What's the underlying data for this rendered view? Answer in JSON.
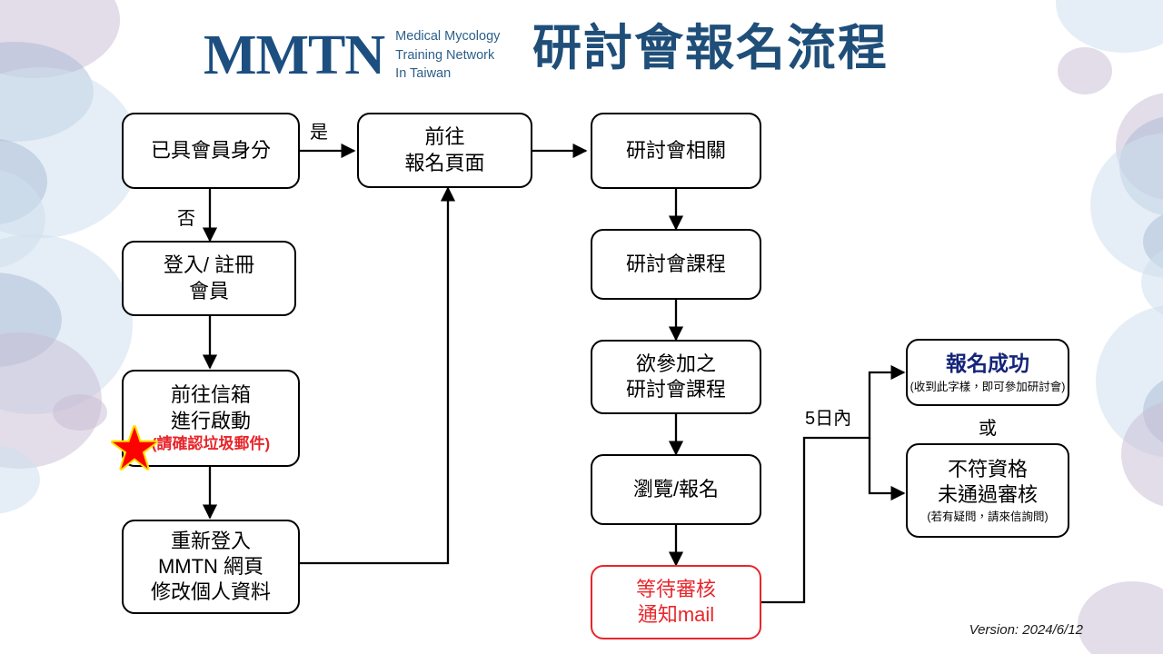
{
  "header": {
    "logo_mark": "MMTN",
    "logo_line1": "Medical Mycology",
    "logo_line2": "Training Network",
    "logo_line3": "In Taiwan",
    "title": "研討會報名流程",
    "title_color": "#1f4e79",
    "logo_color": "#1c4e80"
  },
  "nodes": {
    "member_status": {
      "line1": "已具會員身分"
    },
    "login_register": {
      "line1": "登入/ 註冊",
      "line2": "會員"
    },
    "mailbox_activate": {
      "line1": "前往信箱",
      "line2": "進行啟動",
      "note": "(請確認垃圾郵件)"
    },
    "relogin_profile": {
      "line1": "重新登入",
      "line2": "MMTN 網頁",
      "line3": "修改個人資料"
    },
    "goto_signup": {
      "line1": "前往",
      "line2": "報名頁面"
    },
    "seminar_info": {
      "line1": "研討會相關"
    },
    "seminar_course": {
      "line1": "研討會課程"
    },
    "desired_course": {
      "line1": "欲參加之",
      "line2": "研討會課程"
    },
    "browse_signup": {
      "line1": "瀏覽/報名"
    },
    "await_review": {
      "line1": "等待審核",
      "line2": "通知mail",
      "color": "#e8262b"
    },
    "signup_success": {
      "headline": "報名成功",
      "note": "(收到此字樣，即可參加研討會)",
      "headline_color": "#15257a"
    },
    "not_qualified": {
      "line1": "不符資格",
      "line2": "未通過審核",
      "note": "(若有疑問，請來信詢問)"
    }
  },
  "edge_labels": {
    "yes": "是",
    "no": "否",
    "within_five_days": "5日內",
    "or": "或"
  },
  "footer": {
    "version": "Version: 2024/6/12"
  },
  "icons": {
    "star": "red-star"
  }
}
